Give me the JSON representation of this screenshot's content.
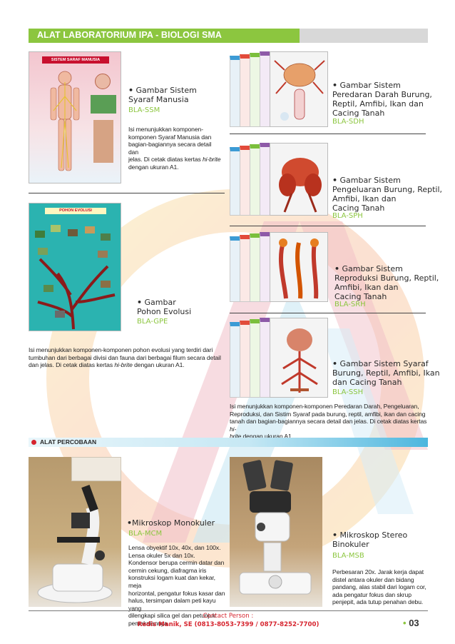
{
  "header": {
    "title": "ALAT LABORATORIUM IPA - BIOLOGI SMA"
  },
  "products": {
    "ssm": {
      "poster_title": "SISTEM SARAF MANUSIA",
      "bullet": "•",
      "name_line1": "Gambar Sistem",
      "name_line2": "Syaraf Manusia",
      "code": "BLA-SSM",
      "desc_lines": [
        "Isi menunjukkan komponen-",
        "komponen Syaraf Manusia dan",
        "bagian-bagiannya  secara detail dan",
        "jelas. Di cetak diatas kertas ",
        "hi-brite",
        "dengan ukuran A1."
      ]
    },
    "sdh": {
      "bullet": "•",
      "name_line1": "Gambar Sistem",
      "name_line2": "Peredaran Darah Burung,",
      "name_line3": "Reptil, Amfibi, Ikan  dan",
      "name_line4": "Cacing Tanah",
      "code": "BLA-SDH"
    },
    "sph": {
      "bullet": "•",
      "name_line1": "Gambar Sistem",
      "name_line2": "Pengeluaran Burung, Reptil,",
      "name_line3": "Amfibi, Ikan  dan",
      "name_line4": "Cacing Tanah",
      "code": "BLA-SPH"
    },
    "gpe": {
      "poster_title": "POHON EVOLUSI",
      "bullet": "•",
      "name_line1": "Gambar",
      "name_line2": "Pohon Evolusi",
      "code": "BLA-GPE",
      "desc_line1": "Isi menunjukkan komponen-komponen pohon evolusi yang terdiri dari",
      "desc_line2": "tumbuhan dari berbagai divisi dan fauna dari berbagai filum secara detail",
      "desc_line3a": "dan jelas. Di cetak diatas kertas ",
      "desc_line3b": "hi-brite",
      "desc_line3c": " dengan ukuran A1."
    },
    "srh": {
      "bullet": "•",
      "name_line1": "Gambar Sistem",
      "name_line2": "Reproduksi Burung, Reptil,",
      "name_line3": "Amfibi, Ikan  dan",
      "name_line4": "Cacing Tanah",
      "code": "BLA-SRH"
    },
    "ssh": {
      "bullet": "•",
      "name_line1": "Gambar Sistem Syaraf",
      "name_line2": "Burung, Reptil, Amfibi, Ikan",
      "name_line3": "dan Cacing Tanah",
      "code": "BLA-SSH",
      "desc_line1": "Isi menunjukkan komponen-komponen Peredaran Darah, Pengeluaran,",
      "desc_line2": "Reproduksi, dan Sistim Syaraf pada burung, reptil, amfibi, ikan dan cacing",
      "desc_line3": "tanah dan bagian-bagiannya  secara detail dan jelas. Di cetak diatas kertas ",
      "desc_line3b": "hi-",
      "desc_line4a": "brite",
      "desc_line4b": " dengan ukuran A1."
    },
    "mcm": {
      "bullet": "•",
      "name": "Mikroskop Monokuler",
      "code": "BLA-MCM",
      "desc_lines": [
        "Lensa obyektif 10x, 40x, dan 100x.",
        "Lensa okuler 5x dan 10x.",
        "Kondensor berupa cermin datar dan",
        "cermin cekung, diafragma iris",
        "konstruksi logam kuat dan kekar, meja",
        "horizontal, pengatur fokus kasar dan",
        "halus, tersimpan dalam peti kayu yang",
        "dilengkapi silica gel dan petunjuk",
        "pemakaiannya."
      ]
    },
    "msb": {
      "bullet": "•",
      "name_line1": "Mikroskop Stereo",
      "name_line2": "Binokuler",
      "code": "BLA-MSB",
      "desc_lines": [
        "Perbesaran 20x. Jarak kerja dapat",
        "distel antara okuler dan bidang",
        "pandang, alas stabil dari logam cor,",
        "ada pengatur fokus dan skrup",
        "penjepit, ada tutup penahan debu."
      ]
    }
  },
  "section": {
    "label": "ALAT PERCOBAAN"
  },
  "footer": {
    "contact_label": "Contact Person :",
    "contact_value": "Redis Manik, SE (0813-8053-7399 / 0877-8252-7700)",
    "page_bullet": "•",
    "page_number": "03"
  },
  "colors": {
    "header_green": "#8cc63f",
    "code_green": "#8cc63f",
    "contact_red": "#d6252f",
    "section_blue": "#4cb6de"
  }
}
